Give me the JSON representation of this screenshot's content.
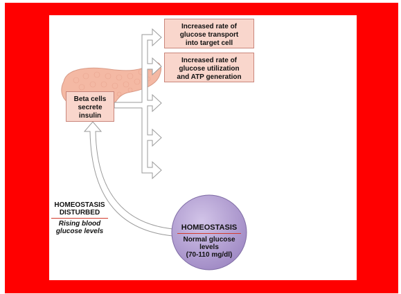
{
  "colors": {
    "frame": "#ff0000",
    "panel": "#ffffff",
    "box_fill": "#f9d6cc",
    "box_border": "#c9857a",
    "pancreas": "#f4b9a4",
    "circle": "#b7a4d4",
    "rule": "#d33a2c"
  },
  "results": [
    {
      "lines": [
        "Increased rate of",
        "glucose transport",
        "into target cell"
      ]
    },
    {
      "lines": [
        "Increased rate of",
        "glucose utilization",
        "and ATP generation"
      ]
    }
  ],
  "beta_cells": {
    "lines": [
      "Beta cells",
      "secrete",
      "insulin"
    ]
  },
  "disturbed": {
    "title_lines": [
      "HOMEOSTASIS",
      "DISTURBED"
    ],
    "cause_lines": [
      "Rising blood",
      "glucose levels"
    ]
  },
  "homeostasis": {
    "title": "HOMEOSTASIS",
    "lines": [
      "Normal glucose",
      "levels",
      "(70-110 mg/dl)"
    ]
  }
}
